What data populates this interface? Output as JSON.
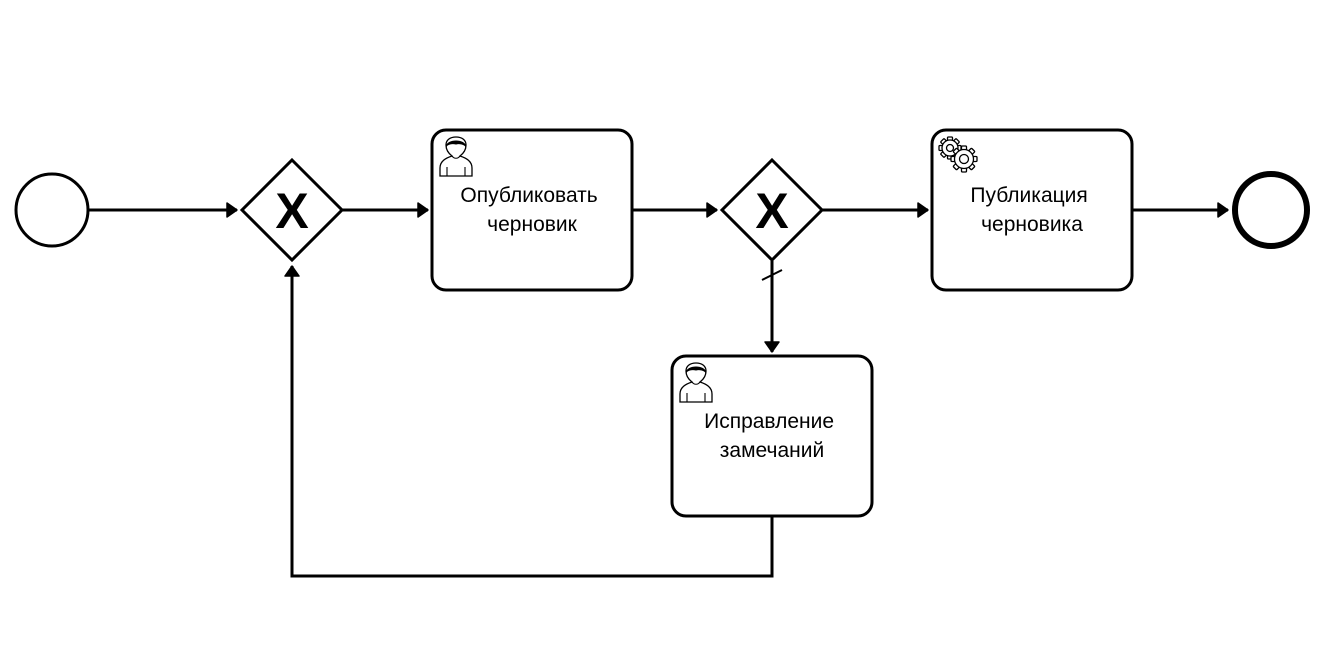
{
  "diagram": {
    "start_event": {
      "label": ""
    },
    "end_event": {
      "label": ""
    },
    "gateways": [
      {
        "type": "exclusive",
        "marker": "X"
      },
      {
        "type": "exclusive",
        "marker": "X"
      }
    ],
    "tasks": [
      {
        "type": "user",
        "icon": "user-icon",
        "lines": [
          "Опубликовать",
          "черновик"
        ]
      },
      {
        "type": "service",
        "icon": "gear-icon",
        "lines": [
          "Публикация",
          "черновика"
        ]
      },
      {
        "type": "user",
        "icon": "user-icon",
        "lines": [
          "Исправление",
          "замечаний"
        ]
      }
    ],
    "flows": [
      {
        "from": "start_event",
        "to": "gateway-1"
      },
      {
        "from": "gateway-1",
        "to": "task-publish-draft"
      },
      {
        "from": "task-publish-draft",
        "to": "gateway-2"
      },
      {
        "from": "gateway-2",
        "to": "task-draft-publication"
      },
      {
        "from": "task-draft-publication",
        "to": "end_event"
      },
      {
        "from": "gateway-2",
        "to": "task-fix-remarks",
        "default": true
      },
      {
        "from": "task-fix-remarks",
        "to": "gateway-1"
      }
    ]
  }
}
